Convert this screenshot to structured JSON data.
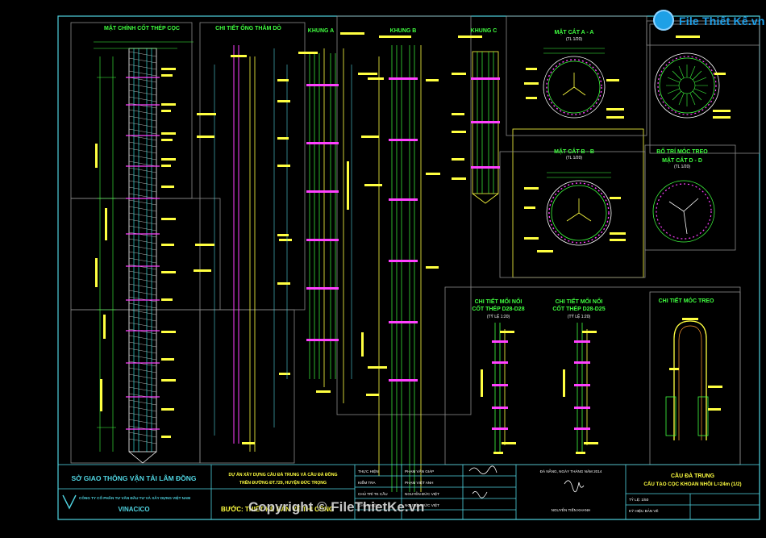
{
  "titles": {
    "mat_chinh": "MẶT CHÍNH CỐT THÉP CỌC",
    "ong_tham_do": "CHI TIẾT ỐNG THĂM DÒ",
    "khung_a": "KHUNG A",
    "khung_b": "KHUNG B",
    "khung_c": "KHUNG C",
    "mat_cat_aa": "MẶT CẮT A - A",
    "mat_cat_bb": "MẶT CẮT B - B",
    "mat_cat_dd": "MẶT CẮT D - D",
    "bo_tri_moc_treo": "BỐ TRÍ MÓC TREO",
    "moi_noi_1_l1": "CHI TIẾT MỐI NỐI",
    "moi_noi_1_l2": "CỐT THÉP D28-D28",
    "moi_noi_2_l1": "CHI TIẾT MỐI NỐI",
    "moi_noi_2_l2": "CỐT THÉP D28-D25",
    "ty_le": "(TỶ LỆ 1:20)",
    "tl_100": "(TL 1/20)",
    "moc_treo": "CHI TIẾT MÓC TREO"
  },
  "title_block": {
    "agency": "SỞ GIAO THÔNG VẬN TẢI LÂM ĐỒNG",
    "company": "CÔNG TY CỔ PHẦN TƯ VẤN ĐẦU TƯ VÀ XÂY DỰNG VIỆT NAM",
    "company_short": "VINACICO",
    "project_l1": "DỰ ÁN XÂY DỰNG CẦU ĐÀ TRUNG VÀ CẦU ĐÀ ĐỒNG",
    "project_l2": "TRÊN ĐƯỜNG ĐT.729, HUYỆN ĐỨC TRỌNG",
    "phase": "BƯỚC: THIẾT KẾ BẢN VẼ THI CÔNG",
    "roles": [
      "THỰC HIỆN",
      "KIỂM TRA",
      "CHỦ TRÌ TK CẦU",
      "CHỦ NHIỆM"
    ],
    "names": [
      "PHẠM VĂN GIÁP",
      "PHẠM VIỆT ANH",
      "NGUYỄN ĐỨC VIỆT",
      "NGUYỄN ĐỨC VIỆT"
    ],
    "date": "ĐÀ NẴNG, NGÀY   THÁNG   NĂM 2014",
    "director": "NGUYỄN TIẾN KHANH",
    "bridge": "CẦU ĐÀ TRUNG",
    "sheet_title": "CẤU TẠO CỌC KHOAN NHỒI L=24m (1/2)",
    "scale_label": "TỶ LỆ: 1/50",
    "code_label": "KÝ HIỆU BẢN VẼ"
  },
  "watermark": {
    "logo_text": "File Thiết Kế.vn",
    "copyright": "Copyright © FileThietKe.vn"
  },
  "colors": {
    "frame": "#4fd3e0",
    "magenta": "#ff40ff",
    "green": "#40ff40",
    "yellow": "#ffff40",
    "white": "#ffffff",
    "grey": "#9a9a9a",
    "orange": "#ff9a30",
    "red": "#ff3030"
  }
}
